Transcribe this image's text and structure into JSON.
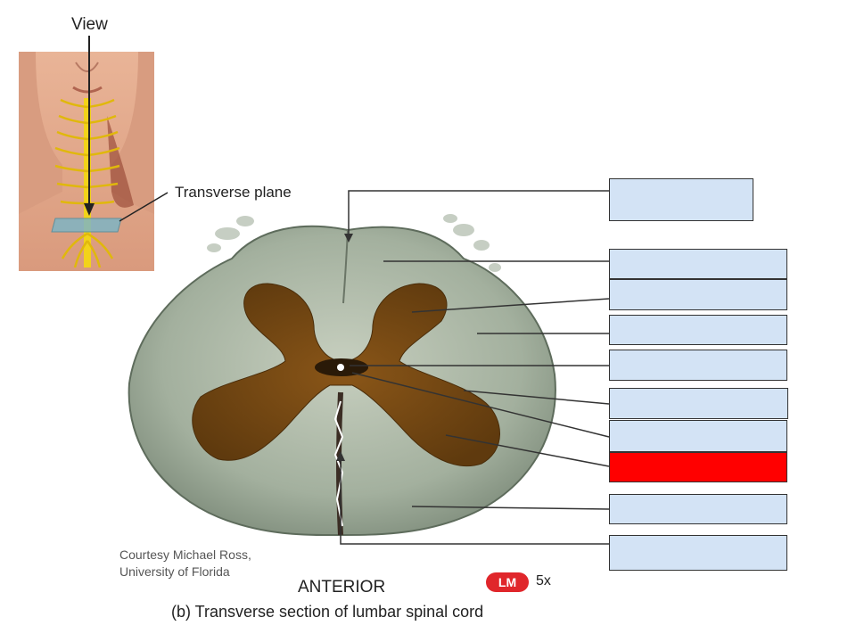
{
  "labels": {
    "view": "View",
    "transverse_plane": "Transverse plane",
    "credit_line1": "Courtesy Michael Ross,",
    "credit_line2": "University of Florida",
    "anterior": "ANTERIOR",
    "caption": "(b) Transverse section of lumbar spinal cord",
    "lm_badge": "LM",
    "magnification": "5x"
  },
  "colors": {
    "label_box_fill": "#d3e3f5",
    "highlighted_box_fill": "#ff0000",
    "lm_badge": "#e0262b",
    "white_matter": "#a9b6a4",
    "gray_matter": "#7a4a12",
    "spinal_nerves": "#f2d31a"
  },
  "label_boxes": [
    {
      "id": "box-1",
      "highlighted": false
    },
    {
      "id": "box-2",
      "highlighted": false
    },
    {
      "id": "box-3",
      "highlighted": false
    },
    {
      "id": "box-4",
      "highlighted": false
    },
    {
      "id": "box-5",
      "highlighted": false
    },
    {
      "id": "box-6",
      "highlighted": false
    },
    {
      "id": "box-7",
      "highlighted": false
    },
    {
      "id": "box-8",
      "highlighted": true
    },
    {
      "id": "box-9",
      "highlighted": false
    },
    {
      "id": "box-10",
      "highlighted": false
    }
  ]
}
